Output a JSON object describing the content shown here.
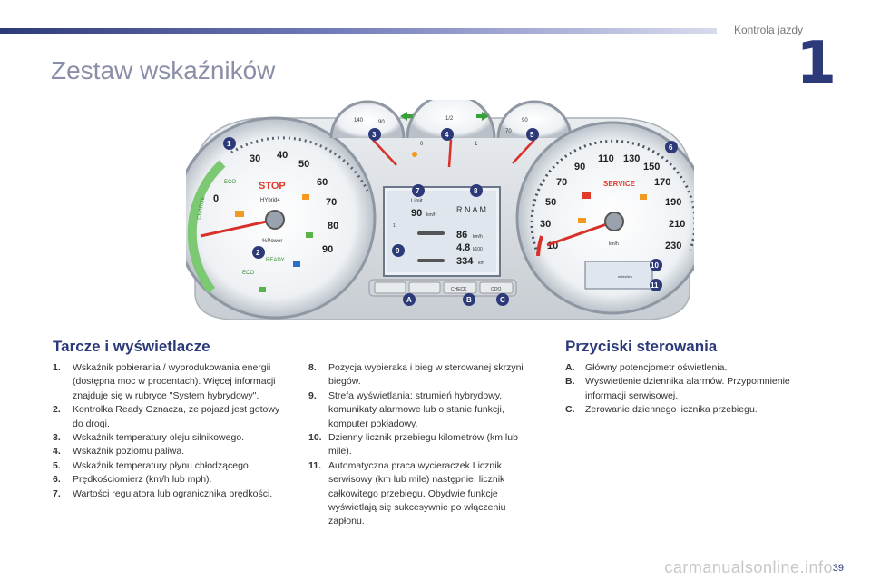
{
  "header": {
    "section": "Kontrola jazdy",
    "chapter": "1"
  },
  "title": "Zestaw wskaźników",
  "cluster": {
    "callouts": [
      "1",
      "2",
      "3",
      "4",
      "5",
      "6",
      "7",
      "8",
      "9",
      "10",
      "11",
      "A",
      "B",
      "C"
    ],
    "left_gauge": {
      "ticks": [
        "0",
        "30",
        "40",
        "50",
        "60",
        "70",
        "80",
        "90"
      ],
      "labels": [
        "CHARGE",
        "ECO",
        "STOP",
        "HYbrid4",
        "%Power",
        "READY",
        "ECO"
      ]
    },
    "oil": [
      "140",
      "90"
    ],
    "fuel": [
      "1/2",
      "0",
      "1"
    ],
    "coolant": [
      "90",
      "70"
    ],
    "center": {
      "limit": "Limit",
      "limit_speed": "90",
      "limit_unit": "km/h",
      "gears": "R N A M",
      "speed": "86",
      "speed_unit": "km/h",
      "consumption": "4.8",
      "cons_unit": "l/100",
      "range": "334",
      "range_unit": "km",
      "gear_pos": "1"
    },
    "buttons": [
      "CHECK",
      "ODO"
    ],
    "speedo": {
      "ticks": [
        "10",
        "30",
        "50",
        "70",
        "90",
        "110",
        "130",
        "150",
        "170",
        "190",
        "210",
        "230"
      ],
      "service": "SERVICE",
      "unit": "km/h",
      "odo_unit": "miles/km"
    }
  },
  "left": {
    "heading": "Tarcze i wyświetlacze",
    "items": [
      {
        "n": "1.",
        "t": "Wskaźnik pobierania / wyprodukowania energii (dostępna moc w procentach). Więcej informacji znajduje się w rubryce \"System hybrydowy\"."
      },
      {
        "n": "2.",
        "t": "Kontrolka Ready Oznacza, że pojazd jest gotowy do drogi."
      },
      {
        "n": "3.",
        "t": "Wskaźnik temperatury oleju silnikowego."
      },
      {
        "n": "4.",
        "t": "Wskaźnik poziomu paliwa."
      },
      {
        "n": "5.",
        "t": "Wskaźnik temperatury płynu chłodzącego."
      },
      {
        "n": "6.",
        "t": "Prędkościomierz (km/h lub mph)."
      },
      {
        "n": "7.",
        "t": "Wartości regulatora lub ogranicznika prędkości."
      }
    ]
  },
  "mid": {
    "items": [
      {
        "n": "8.",
        "t": "Pozycja wybieraka i bieg w sterowanej skrzyni biegów."
      },
      {
        "n": "9.",
        "t": "Strefa wyświetlania: strumień hybrydowy, komunikaty alarmowe lub o stanie funkcji, komputer pokładowy."
      },
      {
        "n": "10.",
        "t": "Dzienny licznik przebiegu kilometrów (km lub mile)."
      },
      {
        "n": "11.",
        "t": "Automatyczna praca wycieraczek Licznik serwisowy (km lub mile) następnie, licznik całkowitego przebiegu. Obydwie funkcje wyświetlają się sukcesywnie po włączeniu zapłonu."
      }
    ]
  },
  "right": {
    "heading": "Przyciski sterowania",
    "items": [
      {
        "n": "A.",
        "t": "Główny potencjometr oświetlenia."
      },
      {
        "n": "B.",
        "t": "Wyświetlenie dziennika alarmów. Przypomnienie informacji serwisowej."
      },
      {
        "n": "C.",
        "t": "Zerowanie dziennego licznika przebiegu."
      }
    ]
  },
  "footer": {
    "page": "39",
    "watermark": "carmanualsonline.info"
  }
}
